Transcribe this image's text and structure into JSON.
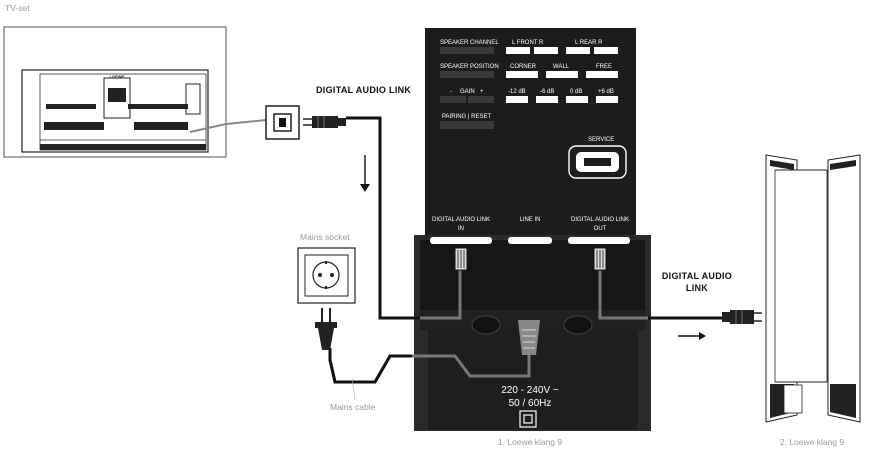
{
  "tv": {
    "label": "TV-set",
    "brand": "LOEWE"
  },
  "links": {
    "top_label": "DIGITAL AUDIO LINK",
    "right_label_line1": "DIGITAL AUDIO",
    "right_label_line2": "LINK"
  },
  "mains": {
    "socket_label": "Mains socket",
    "cable_label": "Mains cable"
  },
  "panel": {
    "speaker_channel": "SPEAKER CHANNEL",
    "speaker_position": "SPEAKER POSITION",
    "gain_minus": "-",
    "gain": "GAIN",
    "gain_plus": "+",
    "pairing_reset": "PAIRING | RESET",
    "front": "L   FRONT   R",
    "rear": "L   REAR   R",
    "corner": "CORNER",
    "wall": "WALL",
    "free": "FREE",
    "db_m12": "-12 dB",
    "db_m6": "-6 dB",
    "db_0": "0 dB",
    "db_p6": "+6 dB",
    "service": "SERVICE",
    "dal_in_1": "DIGITAL AUDIO LINK",
    "dal_in_2": "IN",
    "line_in": "LINE IN",
    "dal_out_1": "DIGITAL AUDIO LINK",
    "dal_out_2": "OUT",
    "power_1": "220 - 240V ~",
    "power_2": "50 / 60Hz"
  },
  "captions": {
    "speaker1": "1. Loewe klang 9",
    "speaker2": "2. Loewe klang 9"
  }
}
